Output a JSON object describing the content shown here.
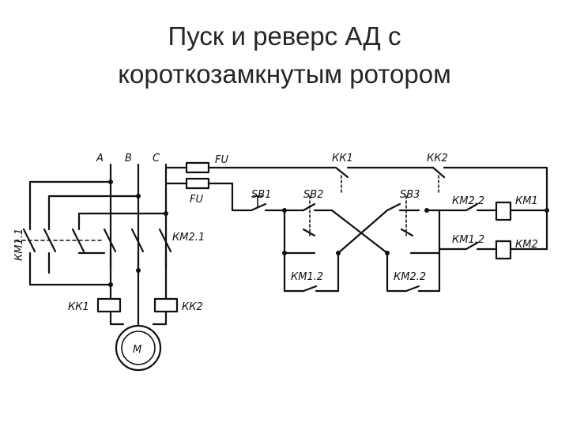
{
  "slide": {
    "title_line1": "Пуск и реверс АД с",
    "title_line2": "короткозамкнутым ротором"
  },
  "diagram": {
    "labels": {
      "phase_a": "A",
      "phase_b": "B",
      "phase_c": "C",
      "fuse_1": "FU",
      "fuse_2": "FU",
      "km11": "КМ1.1",
      "km21": "КМ2.1",
      "kk1_heater": "КК1",
      "kk2_heater": "КК2",
      "motor": "М",
      "kk1_contact": "КК1",
      "kk2_contact": "КК2",
      "sb1": "SB1",
      "sb2": "SB2",
      "sb3": "SB3",
      "km22_interlock": "КМ2.2",
      "km12_interlock": "КМ1.2",
      "km1_coil": "КМ1",
      "km2_coil": "КМ2",
      "km12_holding": "КМ1.2",
      "km22_holding": "КМ2.2"
    }
  }
}
